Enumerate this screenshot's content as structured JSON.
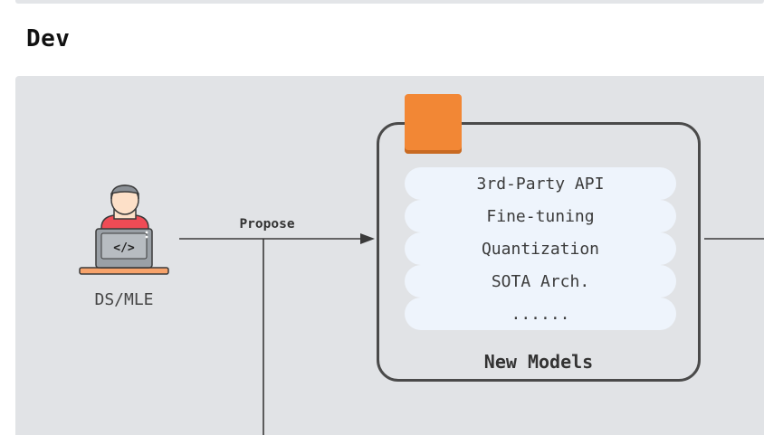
{
  "section": {
    "title": "Dev"
  },
  "actor": {
    "label": "DS/MLE",
    "icon": "developer-laptop-icon"
  },
  "edge": {
    "label": "Propose"
  },
  "models_box": {
    "label": "New Models",
    "icon_color": "#f28735",
    "items": [
      "3rd-Party API",
      "Fine-tuning",
      "Quantization",
      "SOTA Arch.",
      "......"
    ]
  }
}
